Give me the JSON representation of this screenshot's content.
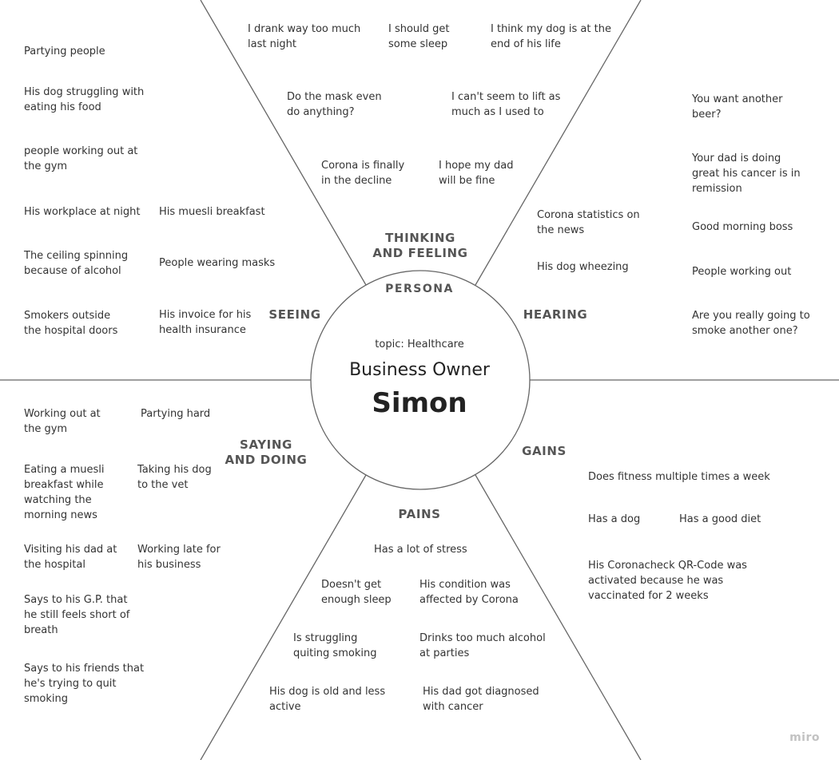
{
  "persona": {
    "label": "PERSONA",
    "topic": "topic: Healthcare",
    "role": "Business Owner",
    "name": "Simon"
  },
  "sections": {
    "thinking_feeling": "THINKING\nAND FEELING",
    "seeing": "SEEING",
    "hearing": "HEARING",
    "saying_doing": "SAYING\nAND DOING",
    "gains": "GAINS",
    "pains": "PAINS"
  },
  "thinking_notes": [
    "I drank way too much\nlast night",
    "I should get\nsome sleep",
    "I think my dog is at the\nend of his life",
    "Do the mask even\ndo anything?",
    "I can't seem to lift as\nmuch as I used to",
    "Corona is finally\nin the decline",
    "I hope my dad\nwill be fine"
  ],
  "seeing_notes": [
    "Partying people",
    "His dog struggling with\neating his food",
    "people working out at\nthe gym",
    "His workplace at night",
    "His muesli breakfast",
    "The ceiling spinning\nbecause of alcohol",
    "People wearing masks",
    "Smokers outside\nthe hospital doors",
    "His invoice for his\nhealth insurance"
  ],
  "hearing_notes": [
    "You want another\nbeer?",
    "Your dad is doing\ngreat his cancer is in\nremission",
    "Corona statistics on\nthe news",
    "Good morning boss",
    "His dog wheezing",
    "People working out",
    "Are you really going to\nsmoke another one?"
  ],
  "saying_notes": [
    "Working out at\nthe gym",
    "Partying hard",
    "Eating a muesli\nbreakfast while\nwatching the\nmorning news",
    "Taking his dog\nto the vet",
    "Visiting his dad at\nthe hospital",
    "Working late for\nhis business",
    "Says to his G.P. that\nhe still feels short of\nbreath",
    "Says to his friends that\nhe's trying to quit\nsmoking"
  ],
  "gains_notes": [
    "Does fitness multiple times a week",
    "Has a dog",
    "Has a good diet",
    "His Coronacheck QR-Code was\nactivated because he was\nvaccinated for 2 weeks"
  ],
  "pains_notes": [
    "Has a lot of stress",
    "Doesn't get\nenough sleep",
    "His condition was\naffected by Corona",
    "Is struggling\nquiting smoking",
    "Drinks too much alcohol\nat parties",
    "His dog is old and less\nactive",
    "His dad got diagnosed\nwith cancer"
  ],
  "branding": {
    "logo": "miro"
  },
  "colors": {
    "line": "#666666",
    "text": "#333333",
    "heading": "#555555",
    "logo": "#c2c2c2"
  }
}
